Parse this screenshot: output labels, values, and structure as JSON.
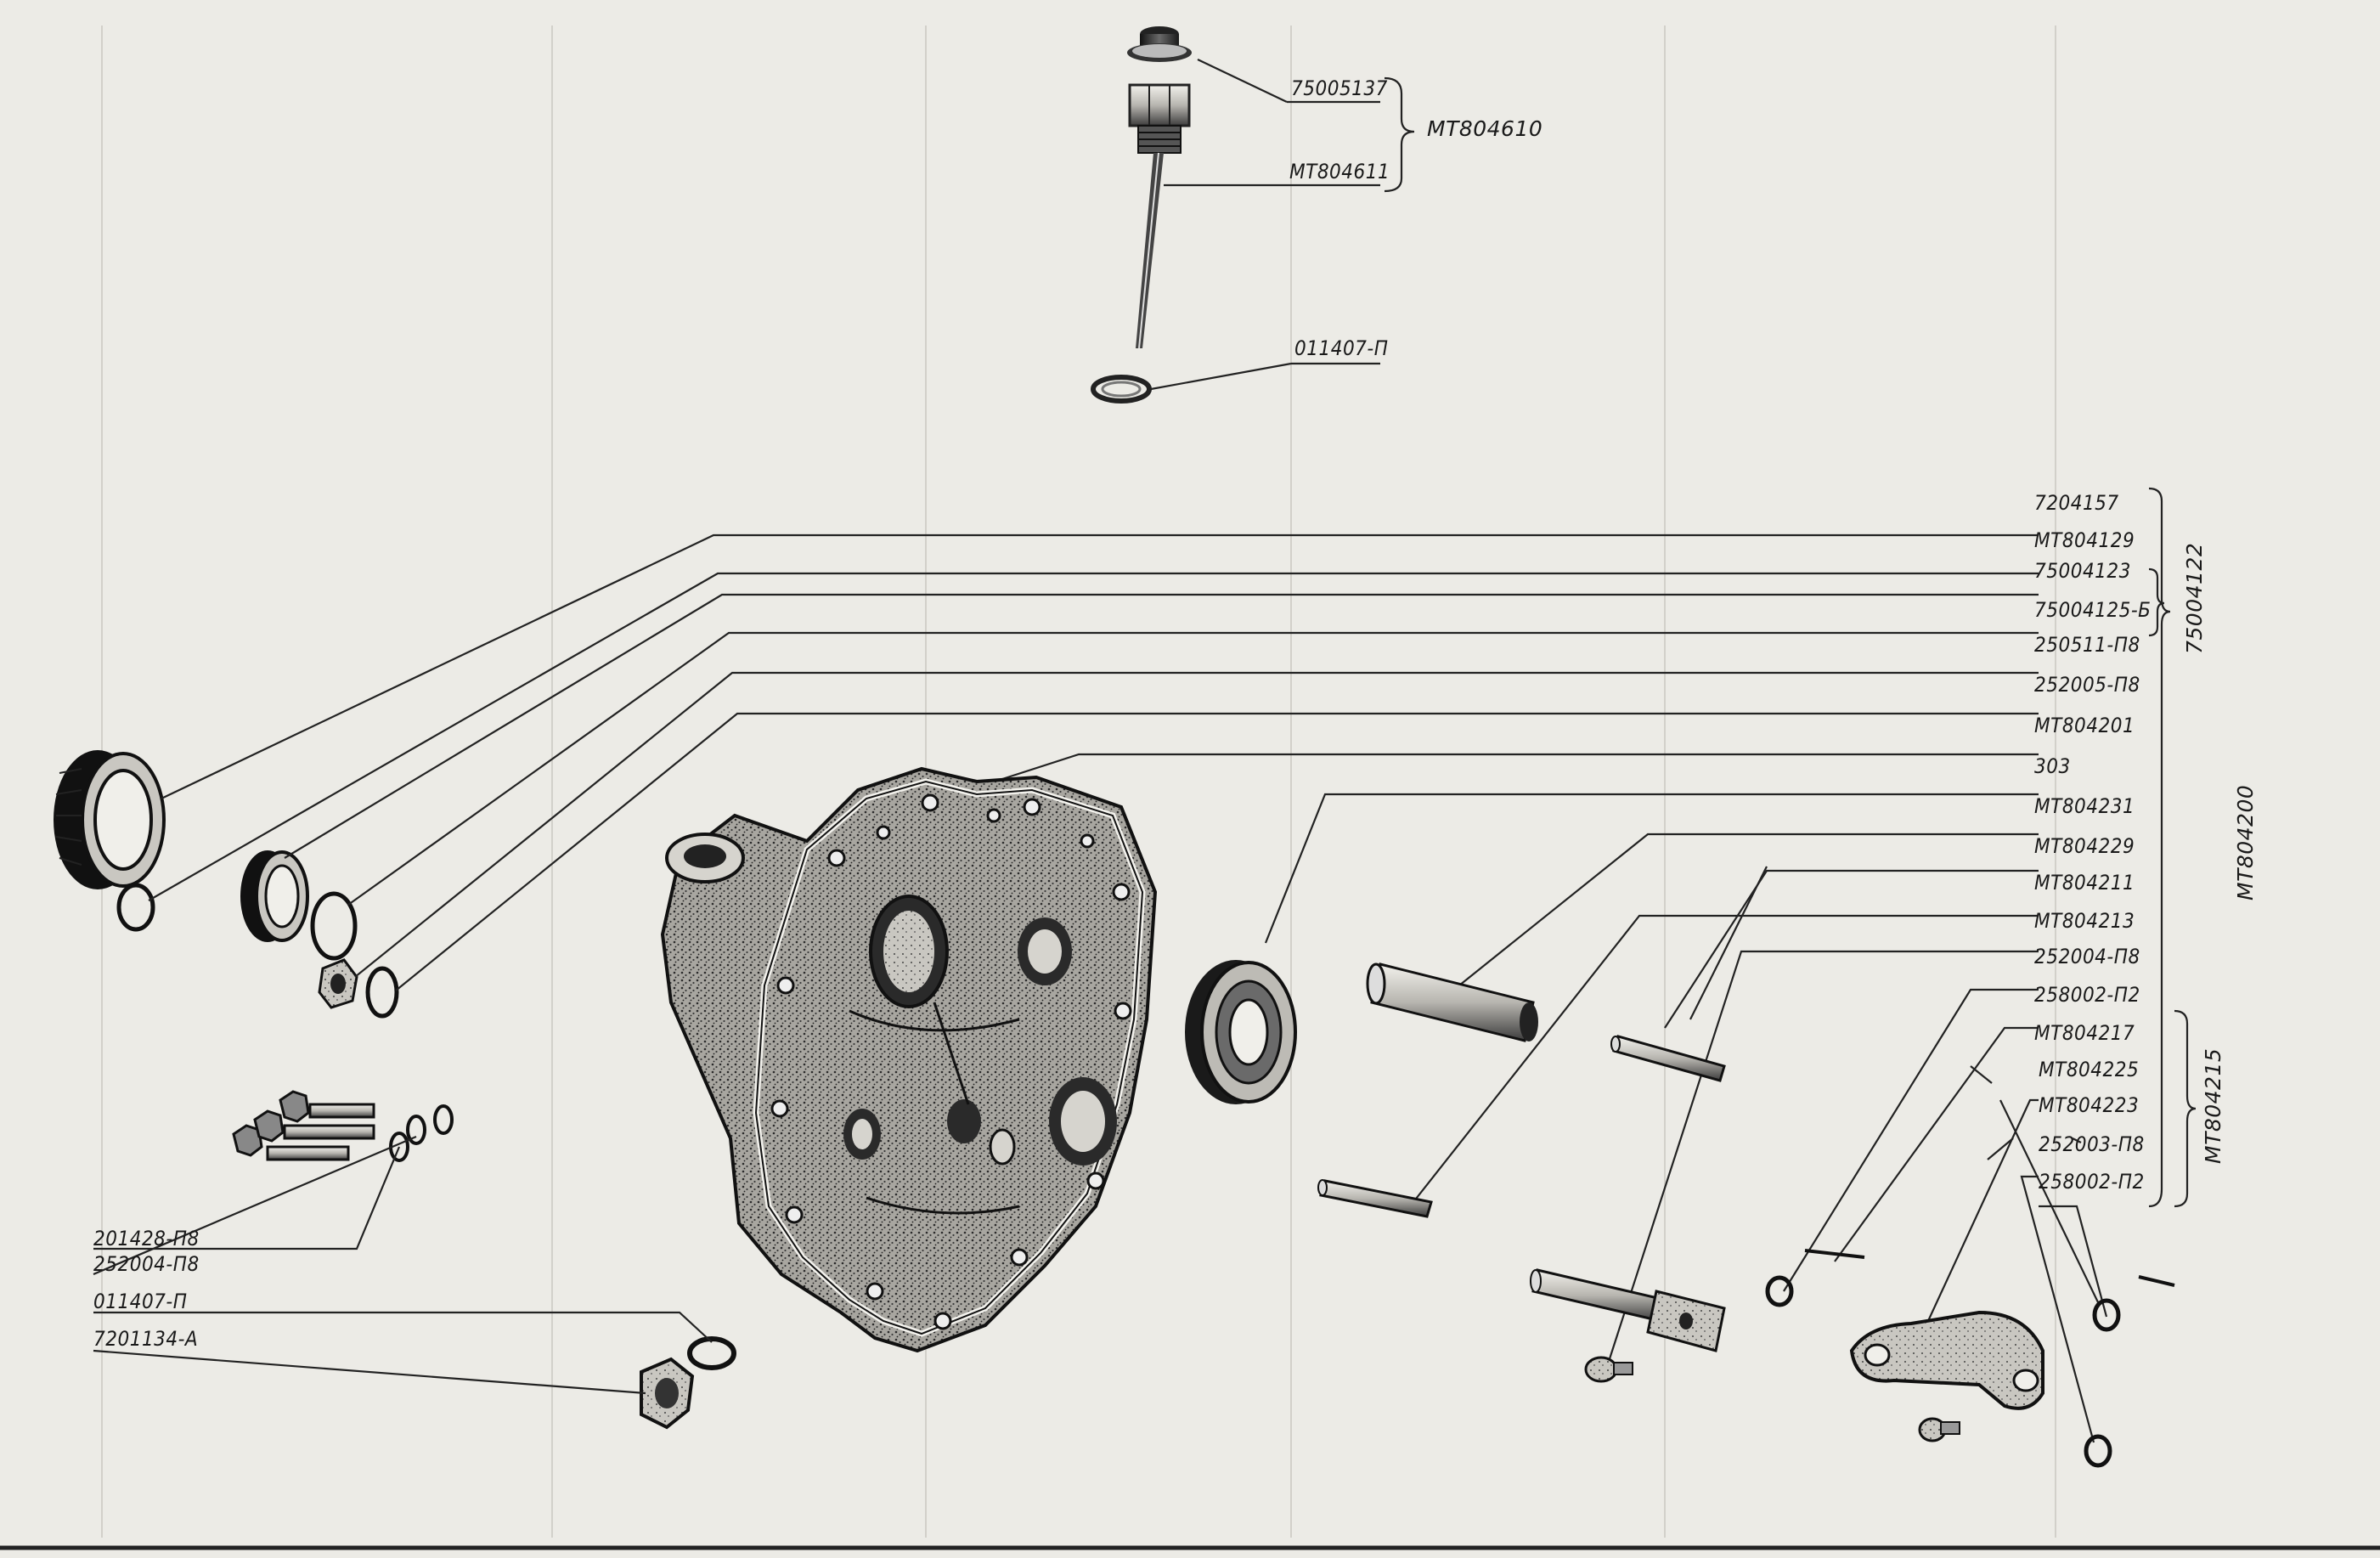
{
  "labels": {
    "p75005137": "75005137",
    "mt804611": "MT804611",
    "mt804610": "MT804610",
    "p011407_top": "011407-П",
    "p7204157": "7204157",
    "mt804129": "MT804129",
    "p75004123": "75004123",
    "p75004125b": "75004125-Б",
    "p250511": "250511-П8",
    "p252005": "252005-П8",
    "mt804201": "MT804201",
    "p303": "303",
    "mt804231": "MT804231",
    "mt804229": "MT804229",
    "mt804211": "MT804211",
    "mt804213": "MT804213",
    "p252004_r": "252004-П8",
    "p258002_a": "258002-П2",
    "mt804217": "MT804217",
    "mt804225": "MT804225",
    "mt804223": "MT804223",
    "p252003": "252003-П8",
    "p258002_b": "258002-П2",
    "p201428": "201428-П8",
    "p252004_l": "252004-П8",
    "p011407_l": "011407-П",
    "p7201134": "7201134-А"
  },
  "groups": {
    "g75004122": "75004122",
    "g804200": "MT804200",
    "g804215": "MT804215"
  }
}
